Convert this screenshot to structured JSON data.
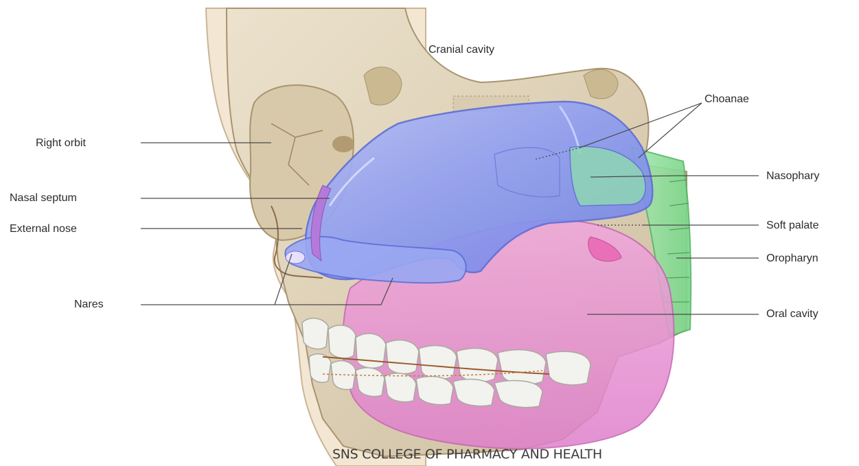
{
  "labels": {
    "cranial_cavity": "Cranial cavity",
    "choanae": "Choanae",
    "right_orbit": "Right orbit",
    "nasal_septum": "Nasal septum",
    "external_nose": "External nose",
    "nares": "Nares",
    "nasopharynx": "Nasophary",
    "soft_palate": "Soft palate",
    "oropharynx": "Oropharyn",
    "oral_cavity": "Oral cavity"
  },
  "footer": "SNS COLLEGE OF PHARMACY AND HEALTH",
  "colors": {
    "bone": "#e4d9c3",
    "bone_shadow": "#b9a887",
    "skin": "#f1e3cf",
    "nasal_cavity_blue": "#8f9ef0",
    "oral_cavity_pink": "#e58fd2",
    "pharynx_green": "#8fdc9a",
    "leader_line": "#4a4a4a"
  }
}
